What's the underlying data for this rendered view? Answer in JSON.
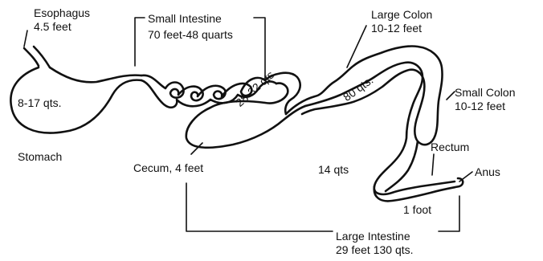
{
  "labels": {
    "esophagus": {
      "name": "Esophagus",
      "length": "4.5 feet"
    },
    "small_intestine": {
      "name": "Small Intestine",
      "detail": "70 feet-48 quarts"
    },
    "large_colon": {
      "name": "Large Colon",
      "length": "10-12 feet"
    },
    "small_colon": {
      "name": "Small Colon",
      "length": "10-12 feet"
    },
    "stomach": {
      "name": "Stomach",
      "capacity": "8-17 qts."
    },
    "cecum": {
      "name": "Cecum, 4 feet",
      "capacity": "28-32 qts."
    },
    "large_colon_capacity": "80 qts.",
    "small_colon_capacity": "14 qts",
    "rectum": {
      "name": "Rectum",
      "length": "1 foot"
    },
    "anus": "Anus",
    "large_intestine": {
      "name": "Large Intestine",
      "detail": "29 feet 130 qts."
    }
  },
  "colors": {
    "ink": "#111111",
    "background": "#ffffff"
  }
}
